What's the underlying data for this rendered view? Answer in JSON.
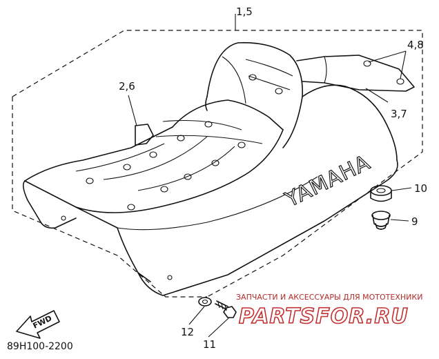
{
  "diagram": {
    "callouts": {
      "c15": "1,5",
      "c48": "4,8",
      "c26": "2,6",
      "c37": "3,7",
      "c10": "10",
      "c9": "9",
      "c12": "12",
      "c11": "11"
    },
    "seat_brand": "YAMAHA",
    "fwd_label": "FWD",
    "drawing_code": "89H100-2200"
  },
  "watermark": {
    "subtitle": "ЗАПЧАСТИ И АКСЕССУАРЫ ДЛЯ МОТОТЕХНИКИ",
    "logo_text": "PARTSFOR.RU",
    "accent_color": "#c23030"
  }
}
